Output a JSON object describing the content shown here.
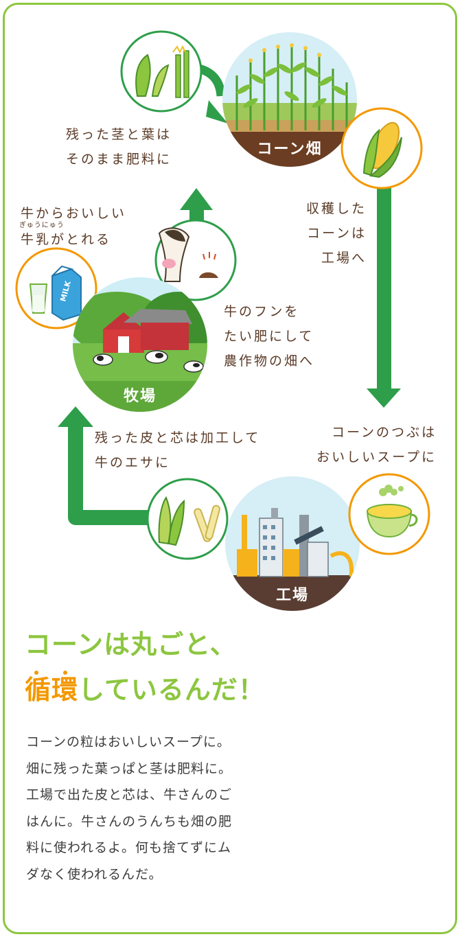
{
  "places": {
    "field": "コーン畑",
    "farm": "牧場",
    "factory": "工場"
  },
  "labels": {
    "stalks": [
      "残った茎と葉は",
      "そのまま肥料に"
    ],
    "harvest": [
      "収穫した",
      "コーンは",
      "工場へ"
    ],
    "milk": [
      "牛からおいしい",
      "牛乳がとれる"
    ],
    "milk_ruby": "ぎゅうにゅう",
    "manure": [
      "牛のフンを",
      "たい肥にして",
      "農作物の畑へ"
    ],
    "husk": [
      "残った皮と芯は加工して",
      "牛のエサに"
    ],
    "soup": [
      "コーンのつぶは",
      "おいしいスープに"
    ]
  },
  "milk_carton_text": "MILK",
  "headline": {
    "line1": "コーンは丸ごと、",
    "emphasis": "循環",
    "line2_rest": "しているんだ！"
  },
  "body_lines": [
    "コーンの粒はおいしいスープに。",
    "畑に残った葉っぱと茎は肥料に。",
    "工場で出た皮と芯は、牛さんのご",
    "はんに。牛さんのうんちも畑の肥",
    "料に使われるよ。何も捨てずにム",
    "ダなく使われるんだ。"
  ],
  "colors": {
    "frame": "#8cc63f",
    "arrow": "#2e9e4a",
    "headline": "#8cc63f",
    "emphasis": "#f39800",
    "text": "#5a3a26",
    "ring_green": "#2e9e4a",
    "ring_orange": "#f39800"
  },
  "icons": [
    "leaf-stalk-icon",
    "corn-cob-icon",
    "milk-icon",
    "cow-manure-icon",
    "husk-icon",
    "soup-icon"
  ]
}
